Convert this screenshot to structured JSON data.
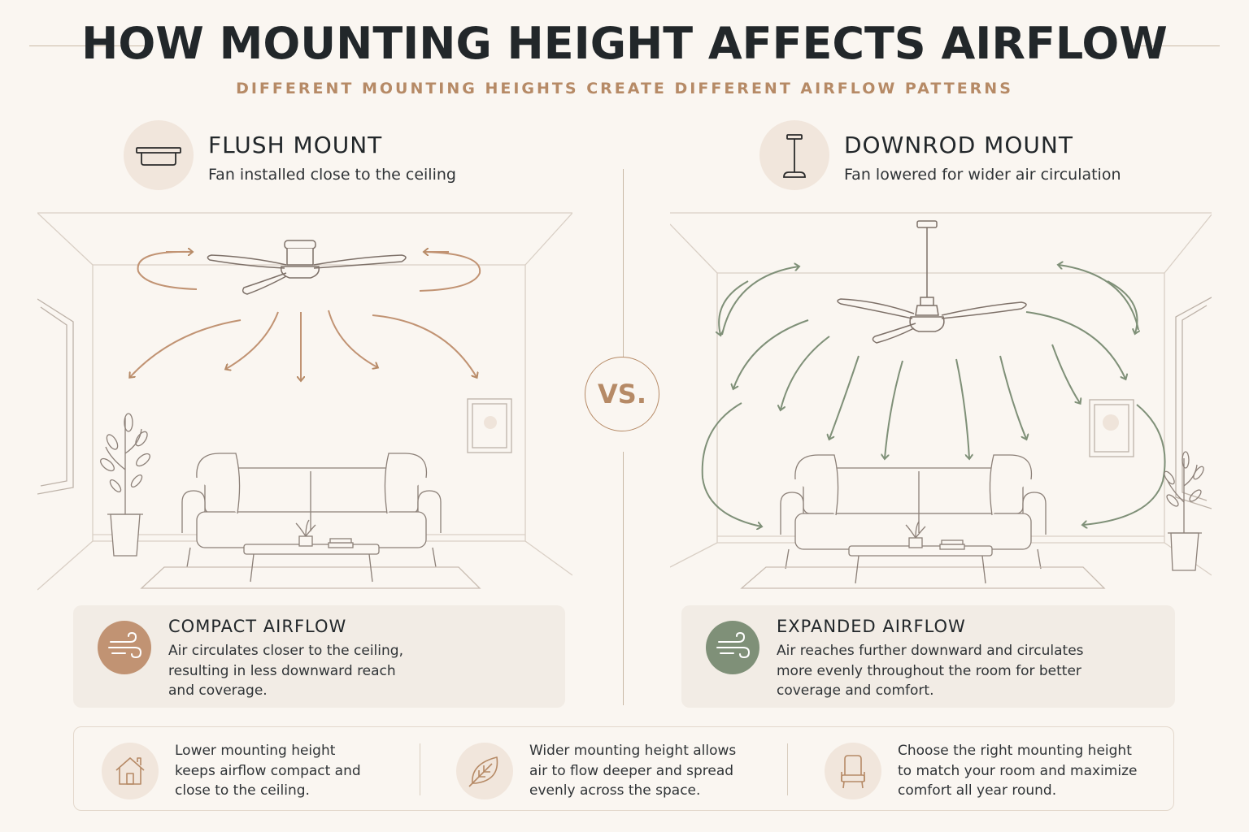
{
  "header": {
    "title": "HOW MOUNTING HEIGHT AFFECTS AIRFLOW",
    "subtitle": "DIFFERENT MOUNTING HEIGHTS CREATE DIFFERENT AIRFLOW PATTERNS"
  },
  "flush": {
    "title": "FLUSH MOUNT",
    "description": "Fan installed close to the ceiling",
    "icon": "flush-mount-fan-icon",
    "accent": "#b68a66"
  },
  "downrod": {
    "title": "DOWNROD MOUNT",
    "description": "Fan lowered for wider air circulation",
    "icon": "downrod-mount-fan-icon",
    "accent": "#7f9078"
  },
  "vs_label": "VS.",
  "cards": {
    "compact": {
      "title": "COMPACT AIRFLOW",
      "lines": [
        "Air circulates closer to the ceiling,",
        "resulting in less downward reach",
        "and coverage."
      ],
      "icon": "wind-icon",
      "color": "#c19373"
    },
    "expanded": {
      "title": "EXPANDED AIRFLOW",
      "lines": [
        "Air reaches further downward and circulates",
        "more evenly throughout the room for better",
        "coverage and comfort."
      ],
      "icon": "wind-icon",
      "color": "#7f9078"
    }
  },
  "tips": [
    {
      "icon": "house-icon",
      "lines": [
        "Lower mounting height",
        "keeps airflow compact and",
        "close to the ceiling."
      ]
    },
    {
      "icon": "leaf-icon",
      "lines": [
        "Wider mounting height allows",
        "air to flow deeper and spread",
        "evenly across the space."
      ]
    },
    {
      "icon": "chair-icon",
      "lines": [
        "Choose the right mounting height",
        "to match your room and maximize",
        "comfort all year round."
      ]
    }
  ]
}
